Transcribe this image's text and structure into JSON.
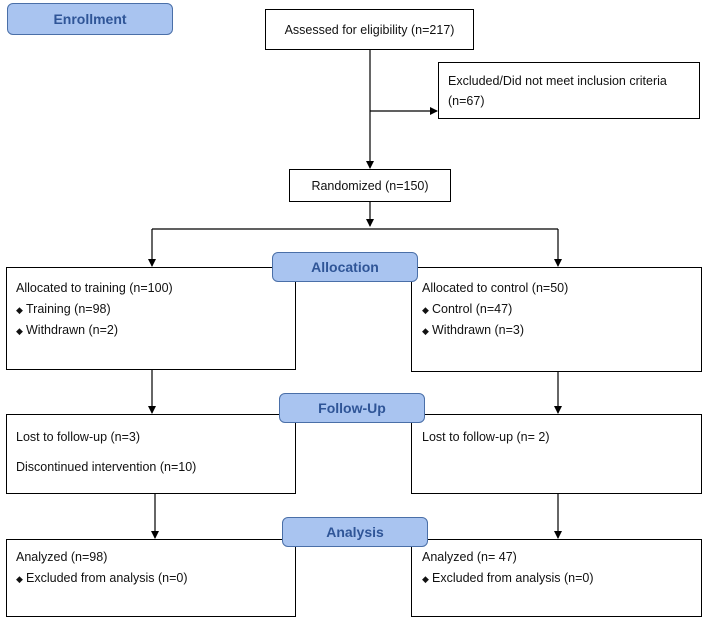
{
  "stages": {
    "enrollment": "Enrollment",
    "allocation": "Allocation",
    "follow_up": "Follow-Up",
    "analysis": "Analysis"
  },
  "assessed": "Assessed for eligibility (n=217)",
  "excluded": {
    "line1": "Excluded/Did not meet inclusion criteria",
    "line2": "(n=67)"
  },
  "randomized": "Randomized (n=150)",
  "training_arm": {
    "allocated": "Allocated to training (n=100)",
    "items": [
      "Training (n=98)",
      "Withdrawn (n=2)"
    ],
    "lost": "Lost to follow-up (n=3)",
    "discontinued": "Discontinued intervention (n=10)",
    "analyzed": "Analyzed (n=98)",
    "excluded_analysis": "Excluded from analysis (n=0)"
  },
  "control_arm": {
    "allocated": "Allocated to control (n=50)",
    "items": [
      "Control (n=47)",
      "Withdrawn (n=3)"
    ],
    "lost": "Lost to follow-up (n= 2)",
    "analyzed": "Analyzed (n= 47)",
    "excluded_analysis": "Excluded from analysis (n=0)"
  },
  "bullet_glyph": "◆",
  "colors": {
    "stage_fill": "#a9c4f0",
    "stage_text": "#2f5597",
    "line": "#000000"
  }
}
